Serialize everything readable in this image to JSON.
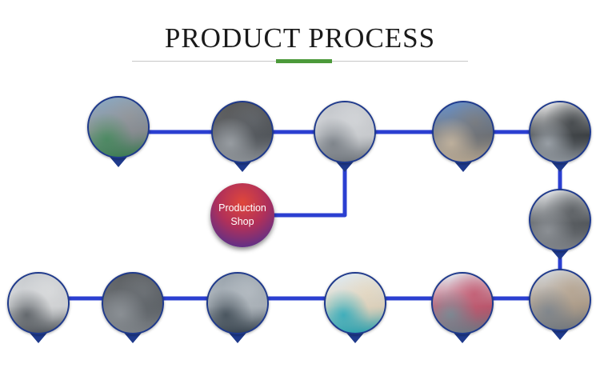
{
  "header": {
    "title": "PRODUCT PROCESS"
  },
  "badge": {
    "line1": "Production",
    "line2": "Shop"
  },
  "colors": {
    "line": "#2b3fd1",
    "accent": "#4c9a3a",
    "pin": "#1f3a8c"
  },
  "steps": [
    {
      "icon": "factory-floor-photo-icon",
      "colors": [
        "#6a8fb0",
        "#3f8a5a",
        "#8a8f95"
      ]
    },
    {
      "icon": "steel-rings-photo-icon",
      "colors": [
        "#2a2a2a",
        "#9aa0a6",
        "#4a4f55"
      ]
    },
    {
      "icon": "workshop-photo-icon",
      "colors": [
        "#b5b9bf",
        "#7d848c",
        "#d9dce0"
      ]
    },
    {
      "icon": "worker-machine-photo-icon",
      "colors": [
        "#3a6fb8",
        "#c9b8a0",
        "#6b6f75"
      ]
    },
    {
      "icon": "cnc-machine-photo-icon",
      "colors": [
        "#e6e6e6",
        "#9ba3ab",
        "#2f3438"
      ]
    },
    {
      "icon": "grinding-machine-photo-icon",
      "colors": [
        "#dfe2e5",
        "#8b9096",
        "#4d5257"
      ]
    },
    {
      "icon": "polishing-photo-icon",
      "colors": [
        "#c7ccd1",
        "#7f868d",
        "#b9a58e"
      ]
    },
    {
      "icon": "lab-testing-photo-icon",
      "colors": [
        "#dde6ee",
        "#7a8794",
        "#c94f6a"
      ]
    },
    {
      "icon": "inspection-gloves-photo-icon",
      "colors": [
        "#d8e7f0",
        "#2fb7c7",
        "#f0e2c8"
      ]
    },
    {
      "icon": "warehouse-photo-icon",
      "colors": [
        "#7d8a96",
        "#3c4a56",
        "#b3bcc4"
      ]
    },
    {
      "icon": "packaging-photo-icon",
      "colors": [
        "#2e3236",
        "#8a9096",
        "#5a6066"
      ]
    },
    {
      "icon": "cnc-lathe-photo-icon",
      "colors": [
        "#b9bec3",
        "#5b6167",
        "#e2e4e6"
      ]
    }
  ]
}
